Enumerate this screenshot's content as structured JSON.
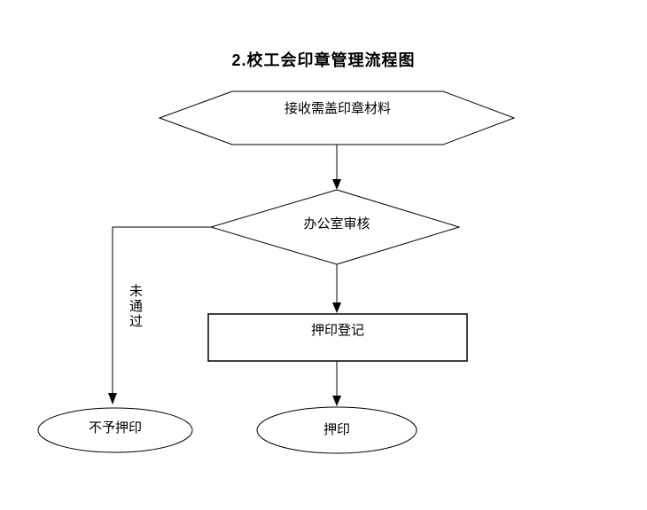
{
  "title": "2.校工会印章管理流程图",
  "nodes": {
    "receive": {
      "label": "接收需盖印章材料",
      "shape": "hexagon"
    },
    "review": {
      "label": "办公室审核",
      "shape": "diamond"
    },
    "register": {
      "label": "押印登记",
      "shape": "rectangle"
    },
    "reject": {
      "label": "不予押印",
      "shape": "ellipse"
    },
    "seal": {
      "label": "押印",
      "shape": "ellipse"
    }
  },
  "edges": {
    "not_passed": {
      "label": "未通过"
    }
  },
  "icon_names": [],
  "colors": {
    "line": "#000000",
    "shape_fill": "#ffffff",
    "text": "#000000",
    "background": "#ffffff"
  }
}
